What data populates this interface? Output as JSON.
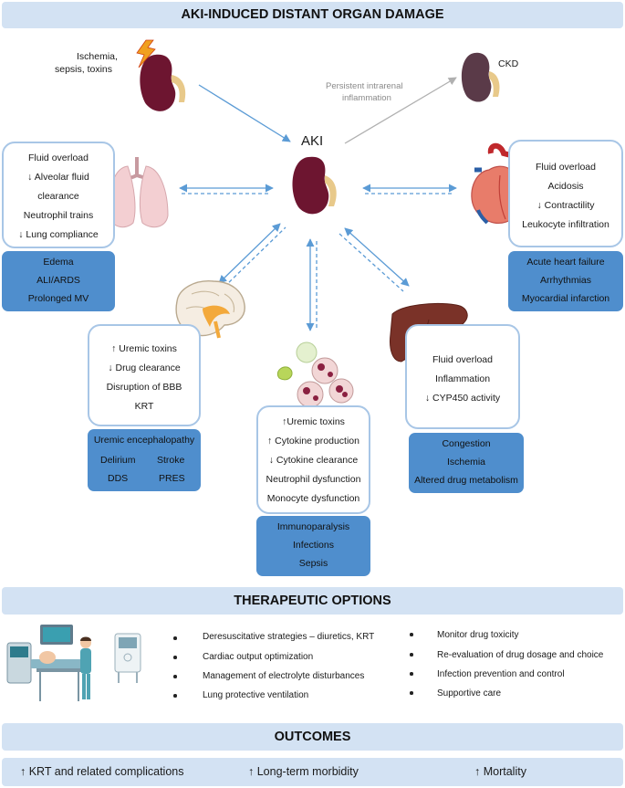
{
  "header": {
    "title": "AKI-INDUCED DISTANT ORGAN DAMAGE"
  },
  "center": {
    "label": "AKI"
  },
  "causes": {
    "line1": "Ischemia,",
    "line2": "sepsis, toxins"
  },
  "ckd": {
    "label": "CKD",
    "edge_line1": "Persistent intrarenal",
    "edge_line2": "inflammation"
  },
  "lung": {
    "mechanisms": [
      "Fluid overload",
      "↓ Alveolar fluid",
      "clearance",
      "Neutrophil trains",
      "↓ Lung compliance"
    ],
    "outcomes": [
      "Edema",
      "ALI/ARDS",
      "Prolonged MV"
    ]
  },
  "heart": {
    "mechanisms": [
      "Fluid overload",
      "Acidosis",
      "↓ Contractility",
      "Leukocyte infiltration"
    ],
    "outcomes": [
      "Acute heart failure",
      "Arrhythmias",
      "Myocardial infarction"
    ]
  },
  "brain": {
    "mechanisms": [
      "↑ Uremic toxins",
      "↓ Drug clearance",
      "Disruption of BBB",
      "KRT"
    ],
    "outcomes": {
      "title": "Uremic encephalopathy",
      "col1": [
        "Delirium",
        "DDS"
      ],
      "col2": [
        "Stroke",
        "PRES"
      ]
    }
  },
  "immune": {
    "mechanisms": [
      "↑Uremic toxins",
      "↑ Cytokine production",
      "↓ Cytokine clearance",
      "Neutrophil dysfunction",
      "Monocyte dysfunction"
    ],
    "outcomes": [
      "Immunoparalysis",
      "Infections",
      "Sepsis"
    ]
  },
  "liver": {
    "mechanisms": [
      "Fluid overload",
      "Inflammation",
      "↓ CYP450 activity"
    ],
    "outcomes": [
      "Congestion",
      "Ischemia",
      "Altered drug metabolism"
    ]
  },
  "therapeutic": {
    "title": "THERAPEUTIC OPTIONS",
    "col1": [
      "Deresuscitative strategies – diuretics, KRT",
      "Cardiac output optimization",
      "Management of electrolyte disturbances",
      "Lung protective ventilation"
    ],
    "col2": [
      "Monitor drug toxicity",
      "Re-evaluation of drug dosage and choice",
      "Infection prevention and control",
      "Supportive care"
    ]
  },
  "outcomes": {
    "title": "OUTCOMES",
    "items": [
      "↑ KRT and related complications",
      "↑ Long-term morbidity",
      "↑ Mortality"
    ]
  },
  "colors": {
    "band": "#d3e2f3",
    "outcome_box": "#4f8ecd",
    "box_border": "#a8c6e6",
    "arrow": "#5b9bd5",
    "kidney": "#6d1530"
  }
}
